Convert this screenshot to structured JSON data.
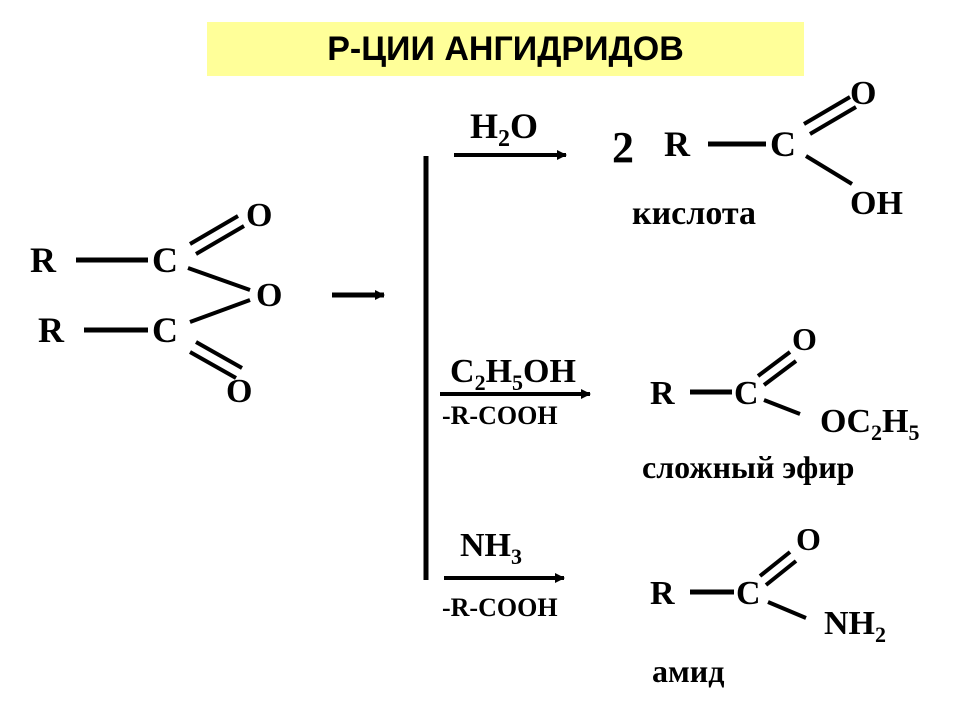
{
  "title": "Р-ЦИИ АНГИДРИДОВ",
  "anhydride": {
    "r_top": "R",
    "c_top": "C",
    "o_top": "O",
    "o_bridge": "O",
    "r_bottom": "R",
    "c_bottom": "C",
    "o_bottom": "O"
  },
  "hydrolysis": {
    "reagent": {
      "main": "H",
      "sub": "2",
      "tail": "O"
    },
    "coefficient": "2",
    "r": "R",
    "c": "C",
    "o": "O",
    "oh": "OH",
    "product_name": "кислота"
  },
  "esterification": {
    "reagent": {
      "a": "C",
      "s1": "2",
      "b": "H",
      "s2": "5",
      "c": "OH"
    },
    "byproduct": "-R-COOH",
    "r": "R",
    "c": "C",
    "o": "O",
    "ester_group": {
      "a": "OC",
      "s1": "2",
      "b": "H",
      "s2": "5"
    },
    "product_name": "сложный эфир"
  },
  "amination": {
    "reagent": {
      "main": "NH",
      "sub": "3"
    },
    "byproduct": "-R-COOH",
    "r": "R",
    "c": "C",
    "o": "O",
    "amine_group": {
      "main": "NH",
      "sub": "2"
    },
    "product_name": "амид"
  }
}
